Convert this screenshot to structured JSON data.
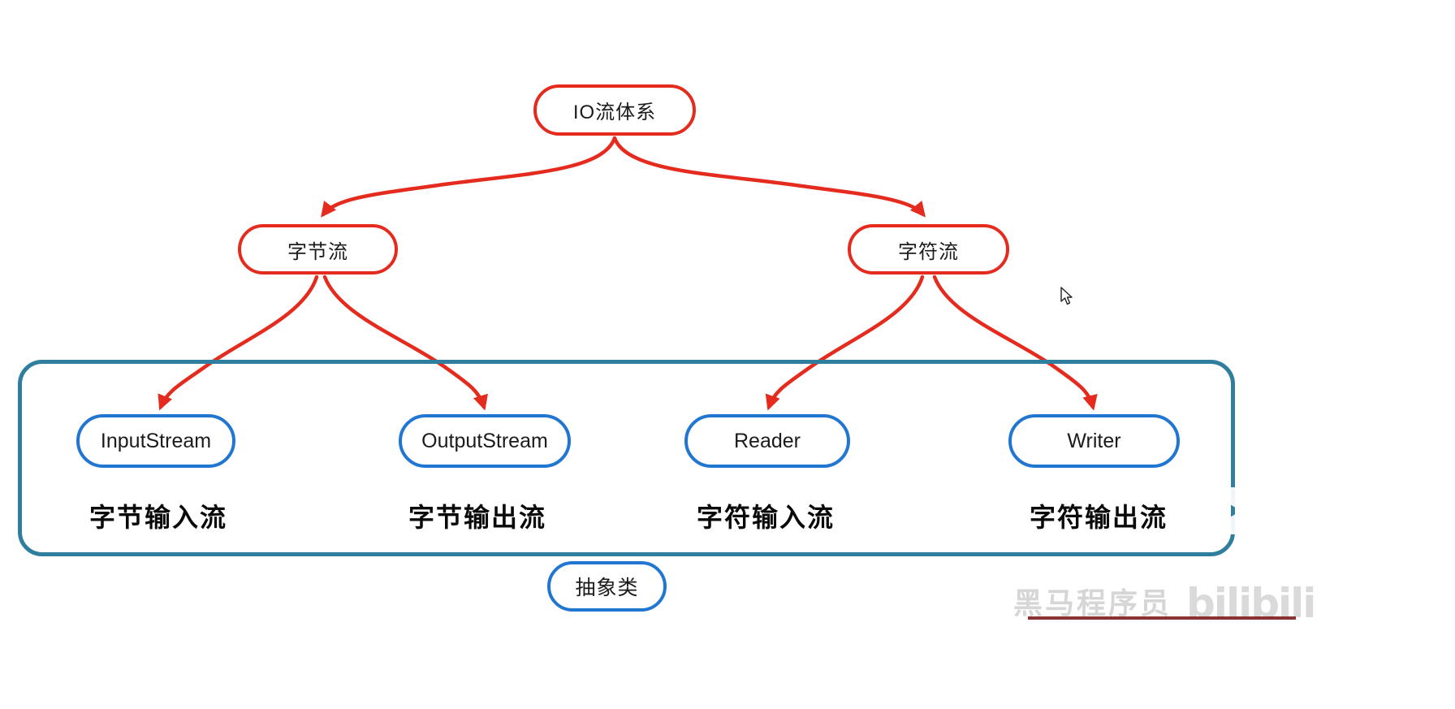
{
  "diagram": {
    "root": {
      "label": "IO流体系"
    },
    "branches": [
      {
        "label": "字节流"
      },
      {
        "label": "字符流"
      }
    ],
    "classes": [
      {
        "name": "InputStream",
        "caption": "字节输入流"
      },
      {
        "name": "OutputStream",
        "caption": "字节输出流"
      },
      {
        "name": "Reader",
        "caption": "字符输入流"
      },
      {
        "name": "Writer",
        "caption": "字符输出流"
      }
    ],
    "container_note": {
      "label": "抽象类"
    },
    "colors": {
      "node_red_border": "#e52b1e",
      "node_blue_border": "#2176d2",
      "container_teal_border": "#2f7e9d",
      "arrow_red": "#e52b1e",
      "text_black": "#111111"
    }
  },
  "watermark": {
    "text_cn": "黑马程序员",
    "text_logo": "bilibili",
    "underline_color": "#7d1d1d"
  }
}
